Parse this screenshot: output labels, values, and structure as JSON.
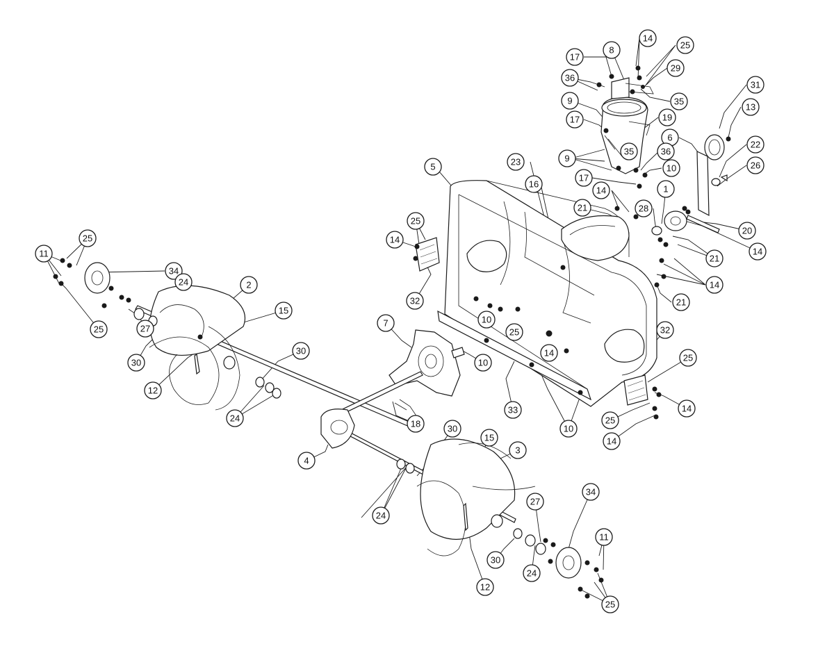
{
  "diagram": {
    "callouts": [
      {
        "id": "c-14-top",
        "label": "14"
      },
      {
        "id": "c-8",
        "label": "8"
      },
      {
        "id": "c-25-top",
        "label": "25"
      },
      {
        "id": "c-17-top",
        "label": "17"
      },
      {
        "id": "c-36-top",
        "label": "36"
      },
      {
        "id": "c-29",
        "label": "29"
      },
      {
        "id": "c-35-top",
        "label": "35"
      },
      {
        "id": "c-31",
        "label": "31"
      },
      {
        "id": "c-9-top",
        "label": "9"
      },
      {
        "id": "c-13",
        "label": "13"
      },
      {
        "id": "c-17-mid",
        "label": "17"
      },
      {
        "id": "c-19",
        "label": "19"
      },
      {
        "id": "c-6",
        "label": "6"
      },
      {
        "id": "c-22",
        "label": "22"
      },
      {
        "id": "c-35-mid",
        "label": "35"
      },
      {
        "id": "c-36-mid",
        "label": "36"
      },
      {
        "id": "c-9-mid",
        "label": "9"
      },
      {
        "id": "c-10-top",
        "label": "10"
      },
      {
        "id": "c-26",
        "label": "26"
      },
      {
        "id": "c-5",
        "label": "5"
      },
      {
        "id": "c-23",
        "label": "23"
      },
      {
        "id": "c-17-low",
        "label": "17"
      },
      {
        "id": "c-16",
        "label": "16"
      },
      {
        "id": "c-14-a",
        "label": "14"
      },
      {
        "id": "c-1",
        "label": "1"
      },
      {
        "id": "c-21-a",
        "label": "21"
      },
      {
        "id": "c-28",
        "label": "28"
      },
      {
        "id": "c-20",
        "label": "20"
      },
      {
        "id": "c-25-left",
        "label": "25"
      },
      {
        "id": "c-14-b",
        "label": "14"
      },
      {
        "id": "c-14-c",
        "label": "14"
      },
      {
        "id": "c-21-b",
        "label": "21"
      },
      {
        "id": "c-25-far",
        "label": "25"
      },
      {
        "id": "c-11-left",
        "label": "11"
      },
      {
        "id": "c-34-left",
        "label": "34"
      },
      {
        "id": "c-14-d",
        "label": "14"
      },
      {
        "id": "c-2",
        "label": "2"
      },
      {
        "id": "c-24-a",
        "label": "24"
      },
      {
        "id": "c-32-left",
        "label": "32"
      },
      {
        "id": "c-21-c",
        "label": "21"
      },
      {
        "id": "c-15-left",
        "label": "15"
      },
      {
        "id": "c-25-b",
        "label": "25"
      },
      {
        "id": "c-10-a",
        "label": "10"
      },
      {
        "id": "c-25-c",
        "label": "25"
      },
      {
        "id": "c-27-left",
        "label": "27"
      },
      {
        "id": "c-32-right",
        "label": "32"
      },
      {
        "id": "c-7",
        "label": "7"
      },
      {
        "id": "c-30-a",
        "label": "30"
      },
      {
        "id": "c-10-b",
        "label": "10"
      },
      {
        "id": "c-14-e",
        "label": "14"
      },
      {
        "id": "c-25-d",
        "label": "25"
      },
      {
        "id": "c-30-b",
        "label": "30"
      },
      {
        "id": "c-12-left",
        "label": "12"
      },
      {
        "id": "c-33",
        "label": "33"
      },
      {
        "id": "c-14-f",
        "label": "14"
      },
      {
        "id": "c-24-b",
        "label": "24"
      },
      {
        "id": "c-18",
        "label": "18"
      },
      {
        "id": "c-10-c",
        "label": "10"
      },
      {
        "id": "c-25-e",
        "label": "25"
      },
      {
        "id": "c-30-c",
        "label": "30"
      },
      {
        "id": "c-15-right",
        "label": "15"
      },
      {
        "id": "c-3",
        "label": "3"
      },
      {
        "id": "c-14-g",
        "label": "14"
      },
      {
        "id": "c-4",
        "label": "4"
      },
      {
        "id": "c-24-c",
        "label": "24"
      },
      {
        "id": "c-27-right",
        "label": "27"
      },
      {
        "id": "c-34-right",
        "label": "34"
      },
      {
        "id": "c-11-right",
        "label": "11"
      },
      {
        "id": "c-30-d",
        "label": "30"
      },
      {
        "id": "c-24-d",
        "label": "24"
      },
      {
        "id": "c-12-right",
        "label": "12"
      },
      {
        "id": "c-25-f",
        "label": "25"
      }
    ]
  }
}
